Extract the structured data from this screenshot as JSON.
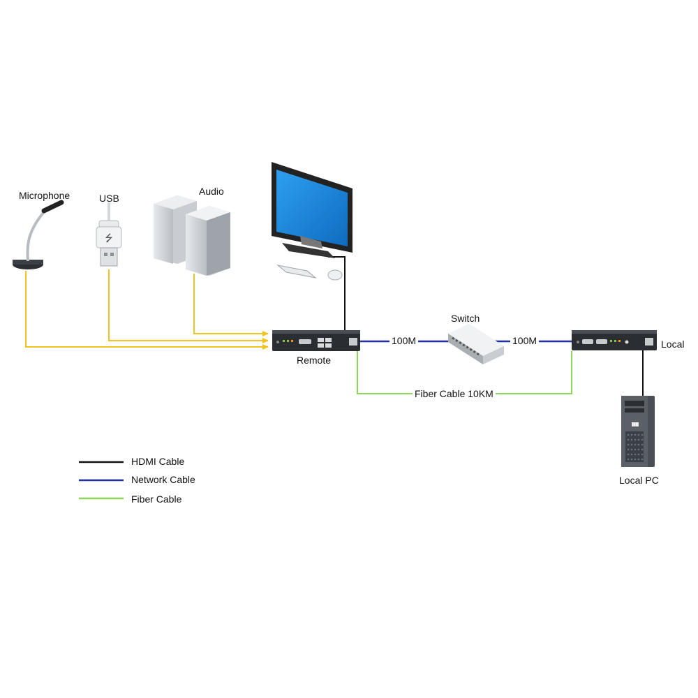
{
  "devices": {
    "microphone": "Microphone",
    "usb": "USB",
    "audio": "Audio",
    "remote": "Remote",
    "switch": "Switch",
    "local": "Local",
    "local_pc": "Local PC"
  },
  "links": {
    "network_left": "100M",
    "network_right": "100M",
    "fiber": "Fiber Cable 10KM"
  },
  "legend": [
    {
      "label": "HDMI Cable",
      "color": "#111111"
    },
    {
      "label": "Network Cable",
      "color": "#1f2f9e"
    },
    {
      "label": "Fiber Cable",
      "color": "#8dd45a"
    }
  ],
  "colors": {
    "audio_usb_lines": "#f2c21d",
    "hdmi": "#111111",
    "network": "#1f2f9e",
    "fiber": "#8dd45a",
    "monitor_screen": "#1c86d6"
  }
}
